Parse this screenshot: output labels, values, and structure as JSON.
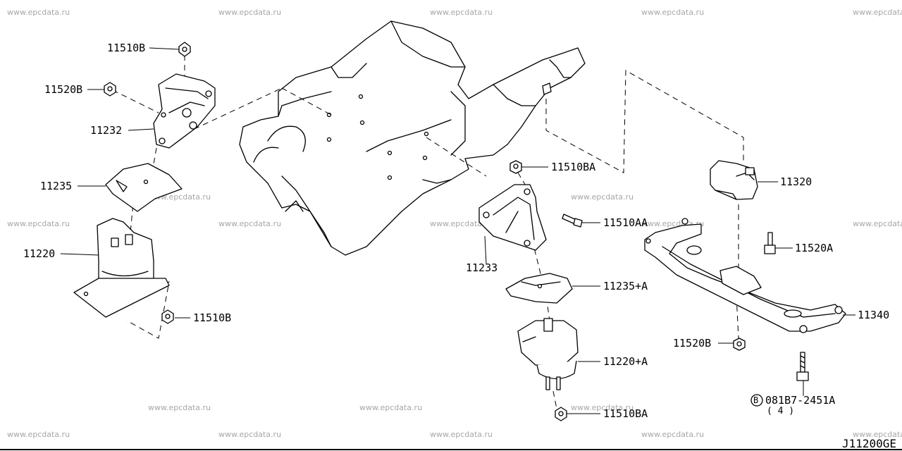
{
  "watermark": "www.epcdata.ru",
  "diagram_code": "J11200GE",
  "callouts": {
    "c_11510B_top": "11510B",
    "c_11520B_left": "11520B",
    "c_11232": "11232",
    "c_11235": "11235",
    "c_11220": "11220",
    "c_11510B_low": "11510B",
    "c_11510BA_top": "11510BA",
    "c_11510AA": "11510AA",
    "c_11233": "11233",
    "c_11235A": "11235+A",
    "c_11220A": "11220+A",
    "c_11510BA_low": "11510BA",
    "c_11320": "11320",
    "c_11520A": "11520A",
    "c_11340": "11340",
    "c_11520B_right": "11520B",
    "c_bolt_code": "081B7-2451A",
    "c_bolt_qty": "( 4 )",
    "c_bolt_symbol": "B"
  }
}
